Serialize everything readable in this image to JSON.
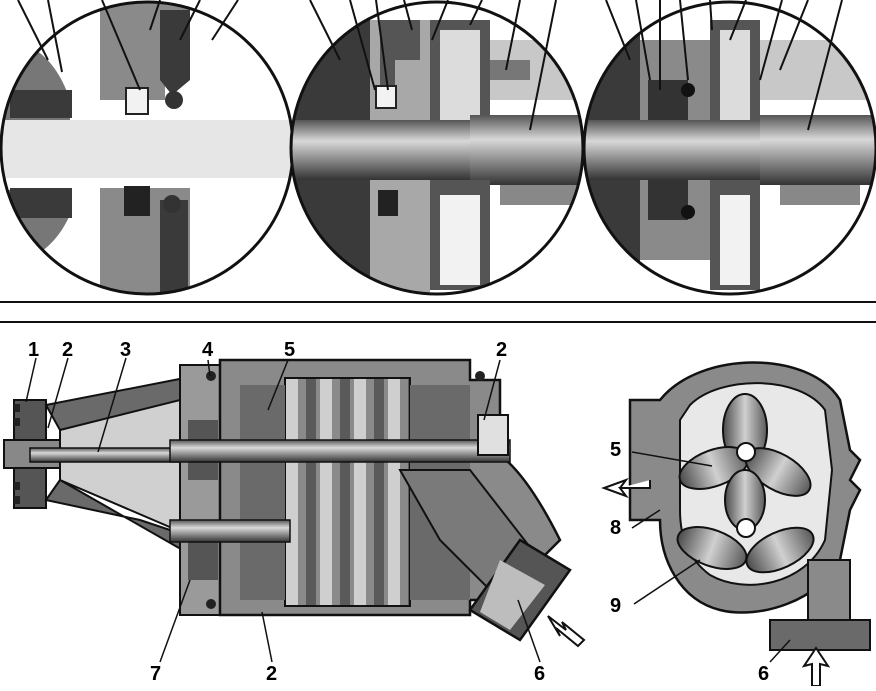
{
  "labels": {
    "l1": "1",
    "l2a": "2",
    "l3": "3",
    "l4": "4",
    "l5a": "5",
    "l2b": "2",
    "l7": "7",
    "l2c": "2",
    "l6a": "6",
    "l5b": "5",
    "l8": "8",
    "l9": "9",
    "l6b": "6"
  },
  "colors": {
    "ink": "#111111",
    "dark": "#3a3a3a",
    "mid": "#7a7a7a",
    "light": "#b8b8b8",
    "pale": "#dcdcdc",
    "paper": "#ffffff"
  }
}
